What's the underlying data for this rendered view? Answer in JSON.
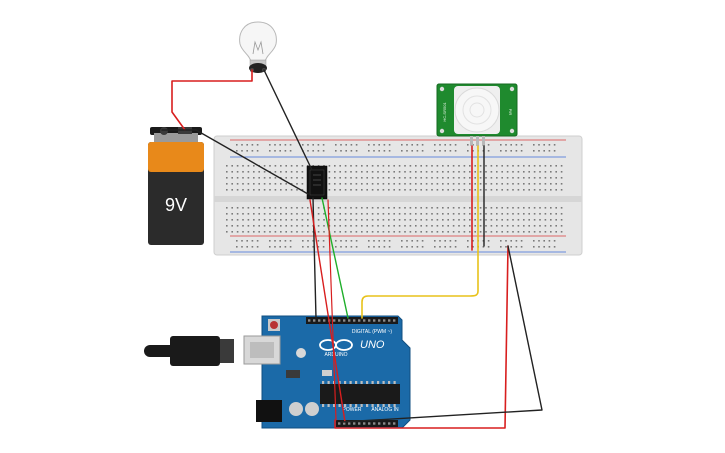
{
  "colors": {
    "background": "#ffffff",
    "breadboard": "#e4e4e4",
    "breadboard_hole": "#7a7a7a",
    "rail_red": "#d93a3a",
    "rail_blue": "#3a6ad9",
    "battery_body": "#2b2b2b",
    "battery_cap": "#e8891a",
    "arduino_board": "#1b6aa8",
    "pir_board": "#1f8a2e",
    "wire_red": "#d81e1e",
    "wire_black": "#222222",
    "wire_green": "#1fae2a",
    "wire_yellow": "#e8c21a",
    "relay_body": "#111111"
  },
  "battery": {
    "label": "9V"
  },
  "arduino": {
    "brand": "ARDUINO",
    "model": "UNO",
    "digital_label": "DIGITAL (PWM ~)",
    "power_label": "POWER",
    "analog_label": "ANALOG IN"
  },
  "pir_sensor": {
    "label_left": "HC-SR501",
    "label_right": "PIR"
  },
  "icons": {
    "bulb": "light-bulb-icon",
    "battery": "battery-icon",
    "usb": "usb-plug-icon"
  }
}
